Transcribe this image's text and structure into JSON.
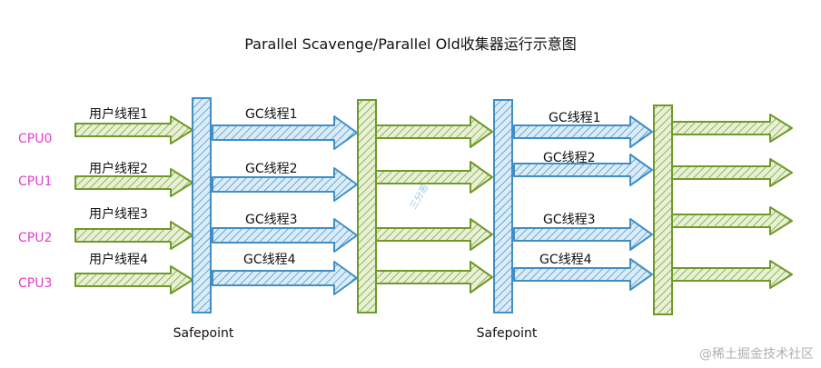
{
  "title": "Parallel Scavenge/Parallel Old收集器运行示意图",
  "cpus": [
    "CPU0",
    "CPU1",
    "CPU2",
    "CPU3"
  ],
  "user_threads": [
    "用户线程1",
    "用户线程2",
    "用户线程3",
    "用户线程4"
  ],
  "gc_threads_phase1": [
    "GC线程1",
    "GC线程2",
    "GC线程3",
    "GC线程4"
  ],
  "gc_threads_phase2": [
    "GC线程1",
    "GC线程2",
    "GC线程3",
    "GC线程4"
  ],
  "safepoint_label_1": "Safepoint",
  "safepoint_label_2": "Safepoint",
  "watermark_center": "三分恶",
  "watermark_corner": "@稀土掘金技术社区",
  "colors": {
    "green": "#6f9a2a",
    "green_fill": "#dfeac8",
    "blue": "#3f8fc6",
    "blue_fill": "#d2e6f3",
    "cpu_label": "#e040c8",
    "text": "#111111"
  }
}
